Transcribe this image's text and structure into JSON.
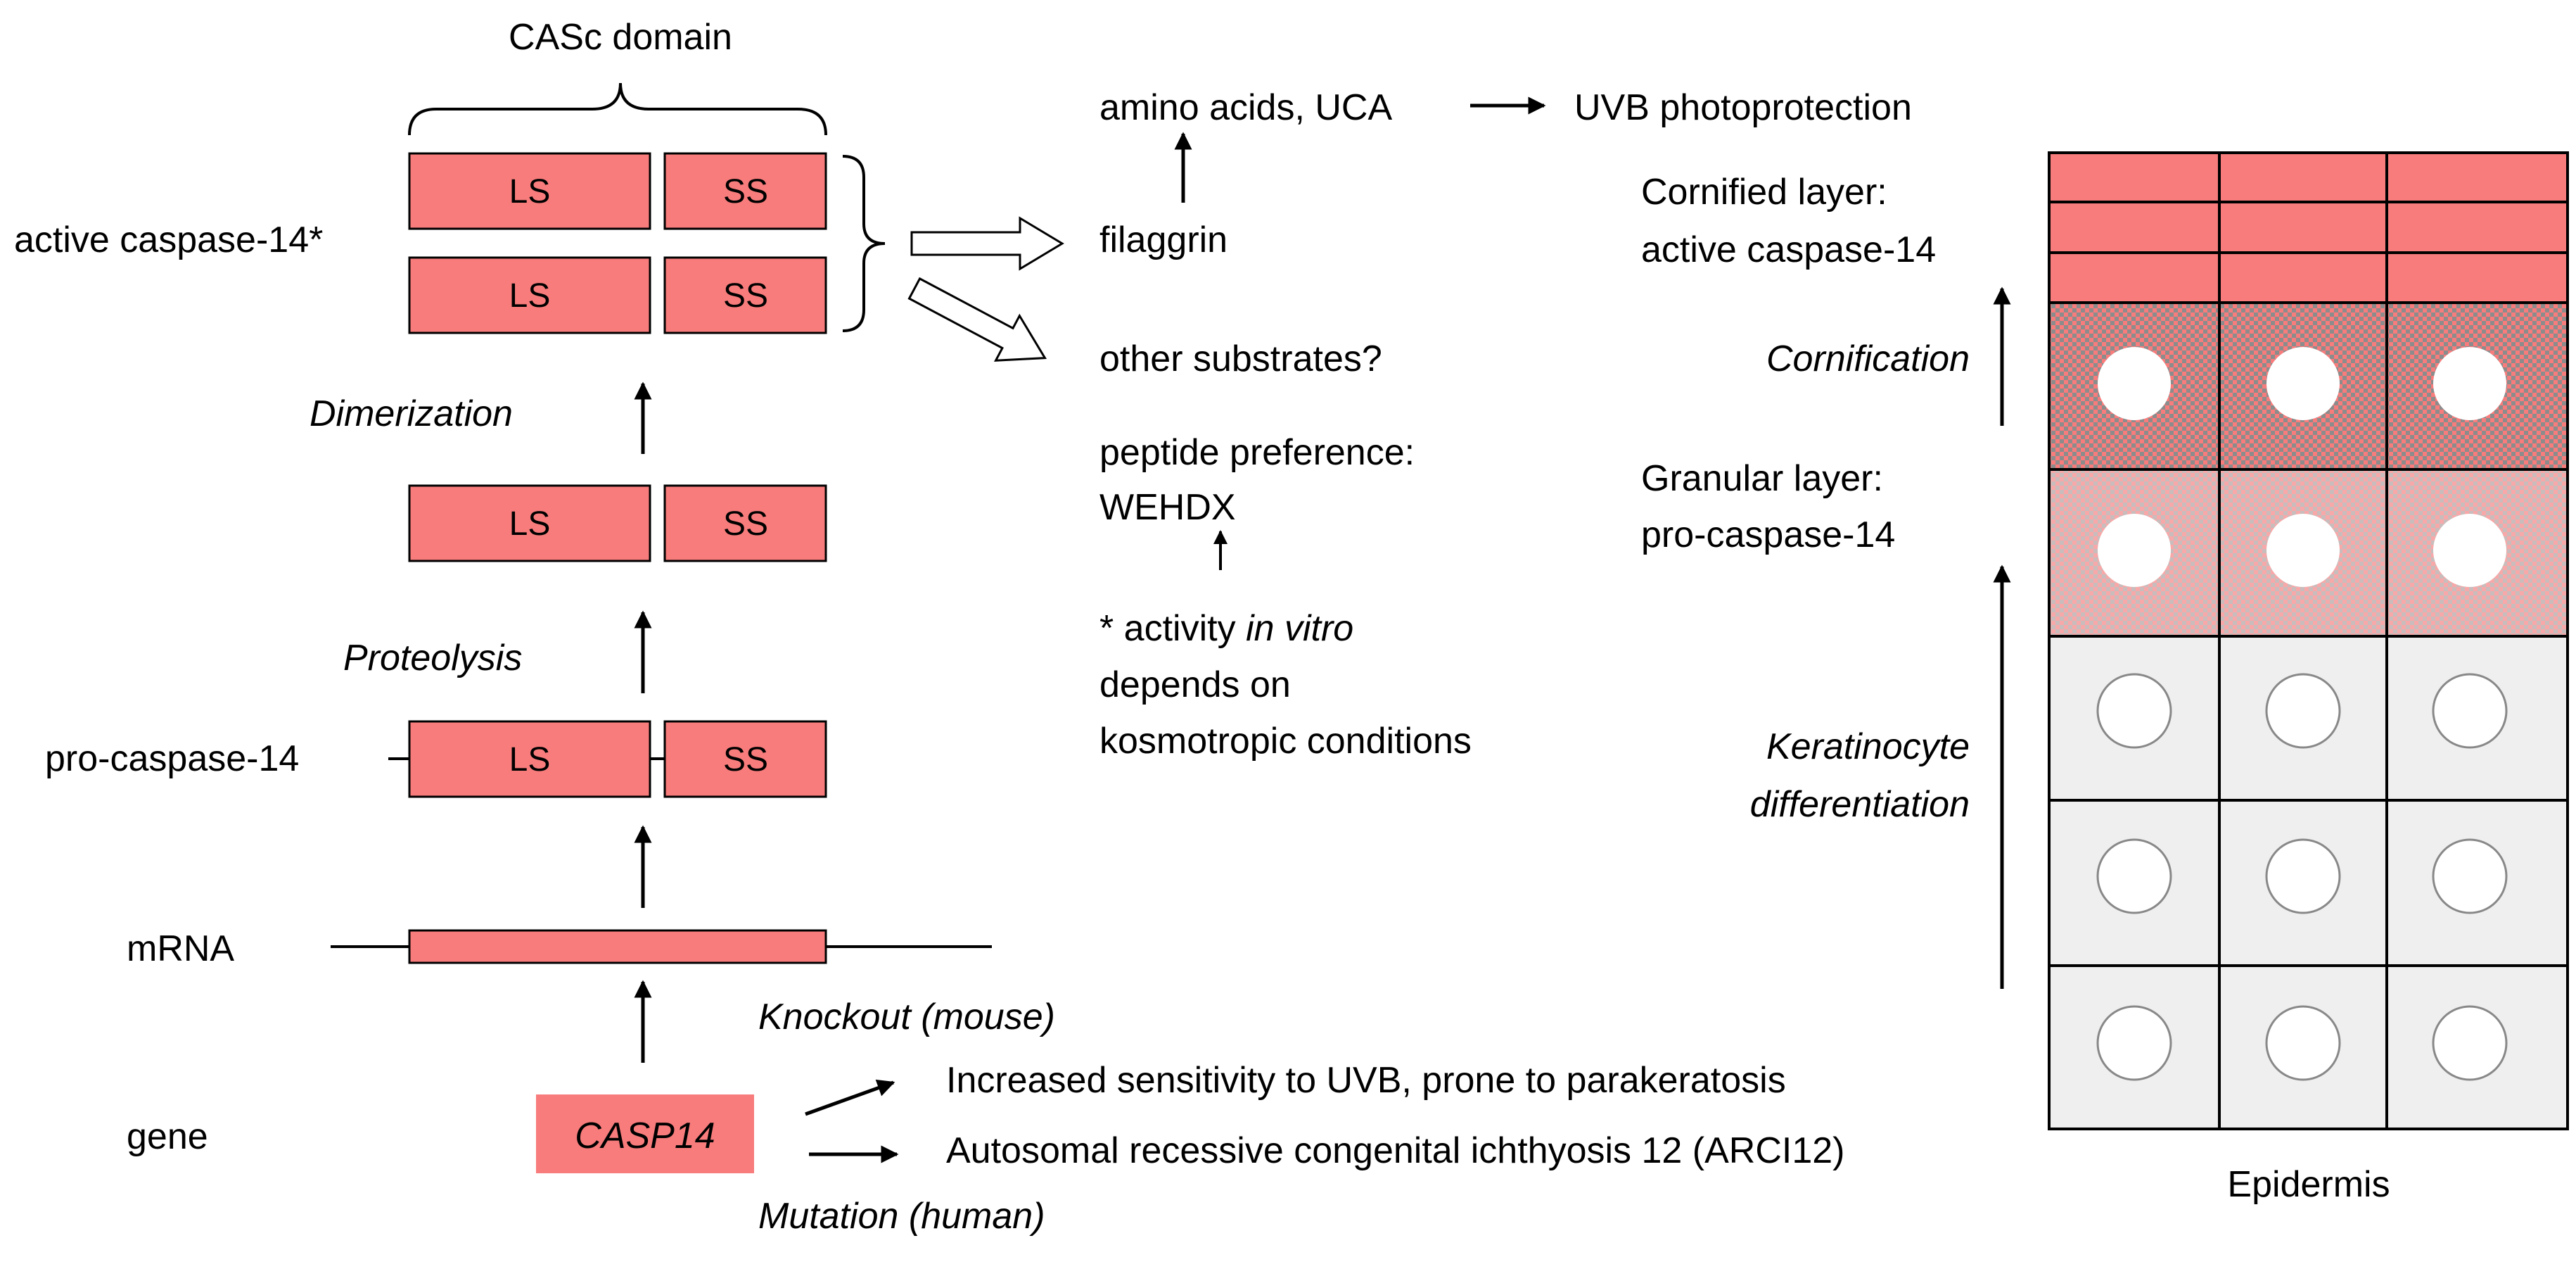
{
  "colors": {
    "box_fill": "#f87c7c",
    "box_stroke": "#000000",
    "cell_light": "#efefef",
    "nucleus": "#ffffff",
    "line": "#000000"
  },
  "caspase": {
    "domain_label": "CASc domain",
    "active_label": "active caspase-14*",
    "dimerization": "Dimerization",
    "proteolysis": "Proteolysis",
    "pro_label": "pro-caspase-14",
    "mrna_label": "mRNA",
    "gene_label": "gene",
    "gene_name": "CASP14",
    "ls": "LS",
    "ss": "SS"
  },
  "substrates": {
    "amino_acids": "amino acids, UCA",
    "uvb": "UVB photoprotection",
    "filaggrin": "filaggrin",
    "other": "other substrates?",
    "peptide_pref": "peptide preference:",
    "motif": "WEHDX",
    "activity_line1_prefix": "* activity ",
    "activity_line1_italic": "in vitro",
    "activity_line2": "depends on",
    "activity_line3": "kosmotropic conditions"
  },
  "phenotypes": {
    "knockout": "Knockout (mouse)",
    "mutation": "Mutation (human)",
    "knockout_effect": "Increased sensitivity to UVB, prone to parakeratosis",
    "mutation_effect": "Autosomal recessive congenital ichthyosis 12 (ARCI12)"
  },
  "epidermis": {
    "cornified_line1": "Cornified layer:",
    "cornified_line2": "active caspase-14",
    "cornification": "Cornification",
    "granular_line1": "Granular layer:",
    "granular_line2": "pro-caspase-14",
    "kd_line1": "Keratinocyte",
    "kd_line2": "differentiation",
    "title": "Epidermis"
  }
}
